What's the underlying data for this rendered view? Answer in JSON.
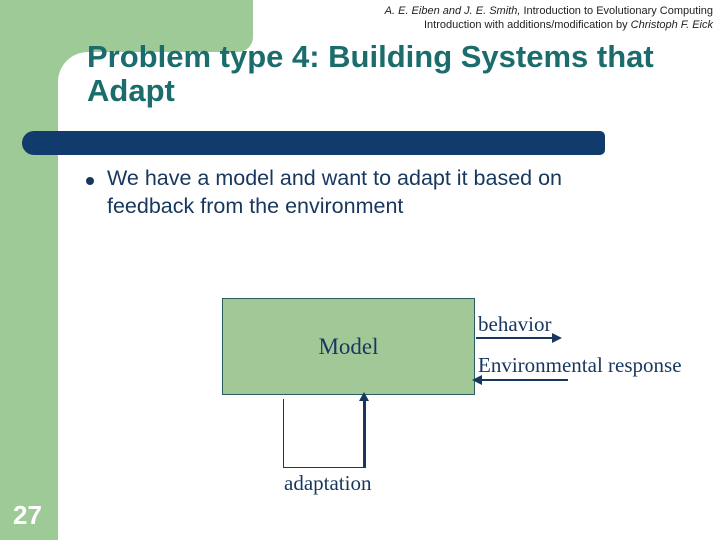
{
  "slide": {
    "credit": {
      "line1_italic": "A. E. Eiben and J. E. Smith,",
      "line1_regular": " Introduction to Evolutionary Computing",
      "line2_regular": "Introduction with additions/modification by ",
      "line2_italic": "Christoph F. Eick"
    },
    "title": "Problem type 4: Building Systems that Adapt",
    "bullet_text": "We have a model and want to adapt it based on feedback from the environment",
    "diagram": {
      "model_label": "Model",
      "behavior_label": "behavior",
      "environment_label": "Environmental response",
      "adaptation_label": "adaptation"
    },
    "slide_number": "27",
    "colors": {
      "template_green": "#9dca96",
      "title_teal": "#1b6c6c",
      "capsule_navy": "#103b6c",
      "text_navy": "#17375e",
      "model_box_fill": "#a3c898",
      "model_box_border": "#2b5e5e"
    }
  }
}
